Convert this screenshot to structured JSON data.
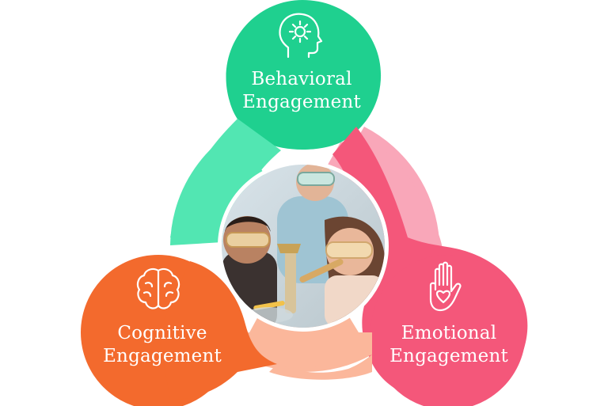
{
  "diagram": {
    "segments": [
      {
        "id": "behavioral",
        "line1": "Behavioral",
        "line2": "Engagement",
        "color": "#1fd08f",
        "icon": "head-gear-icon"
      },
      {
        "id": "cognitive",
        "line1": "Cognitive",
        "line2": "Engagement",
        "color": "#f36a2d",
        "icon": "brain-icon"
      },
      {
        "id": "emotional",
        "line1": "Emotional",
        "line2": "Engagement",
        "color": "#f4577a",
        "icon": "hand-heart-icon"
      }
    ],
    "center_image": "students-with-safety-goggles-photo"
  }
}
